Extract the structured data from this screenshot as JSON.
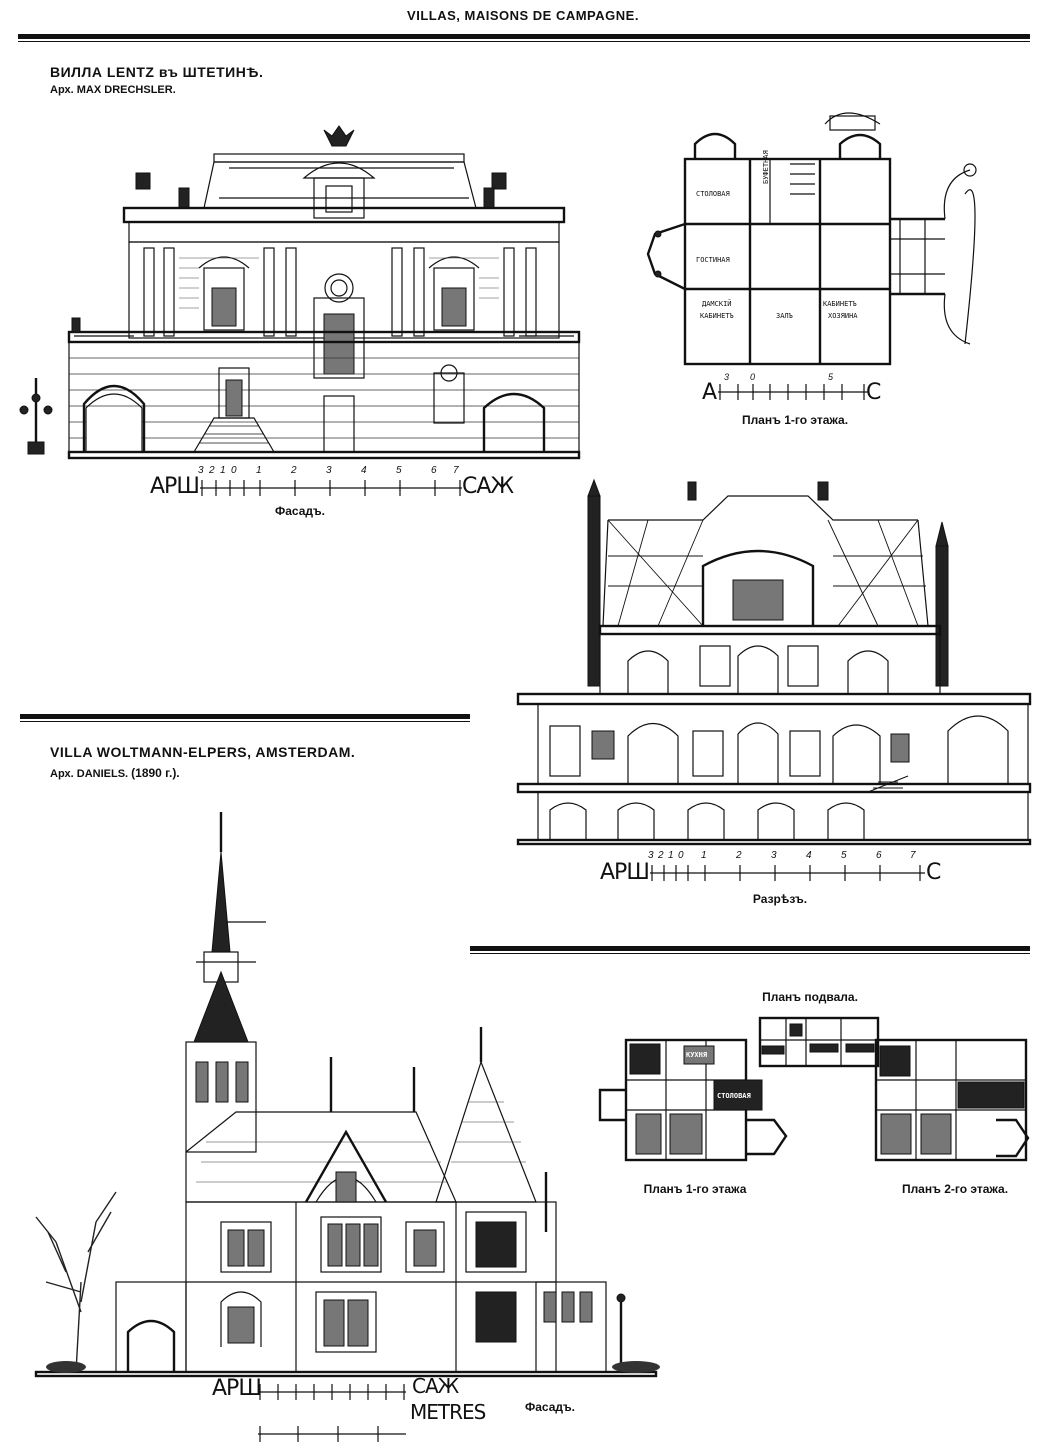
{
  "page": {
    "header": "VILLAS, MAISONS DE CAMPAGNE."
  },
  "villa_lentz": {
    "title": "ВИЛЛА LENTZ въ ШТЕТИНѢ.",
    "architect": "Арх. MAX DRECHSLER.",
    "facade_caption": "Фасадъ.",
    "facade_scale_left": "АРШ",
    "facade_scale_right": "САЖ",
    "facade_scale_ticks": [
      "3",
      "2",
      "1",
      "0",
      "1",
      "2",
      "3",
      "4",
      "5",
      "6",
      "7"
    ],
    "plan_caption": "Планъ 1-го этажа.",
    "plan_scale_left": "А",
    "plan_scale_right": "С",
    "plan_scale_ticks": [
      "3",
      "0",
      "5"
    ],
    "plan_rooms": [
      "СТОЛОВАЯ",
      "БУФЕТНАЯ",
      "ГОСТИНАЯ",
      "ДАМСКІЙ КАБИНЕТЪ",
      "ЗАЛЪ",
      "КАБИНЕТЪ ХОЗЯИНА"
    ],
    "section_caption": "Разрѣзъ.",
    "section_scale_left": "АРШ",
    "section_scale_right": "С",
    "section_scale_ticks": [
      "3",
      "2",
      "1",
      "0",
      "1",
      "2",
      "3",
      "4",
      "5",
      "6",
      "7"
    ]
  },
  "villa_woltmann": {
    "title": "VILLA WOLTMANN-ELPERS, AMSTERDAM.",
    "architect": "Арх. DANIELS.",
    "year": "(1890 г.).",
    "basement_caption": "Планъ подвала.",
    "floor1_caption": "Планъ 1-го этажа",
    "floor2_caption": "Планъ 2-го этажа.",
    "facade_caption": "Фасадъ.",
    "scale_left": "АРШ",
    "scale_right": "САЖ",
    "scale_metres": "METRES",
    "plan_rooms": [
      "КУХНЯ",
      "СТОЛОВАЯ"
    ]
  }
}
